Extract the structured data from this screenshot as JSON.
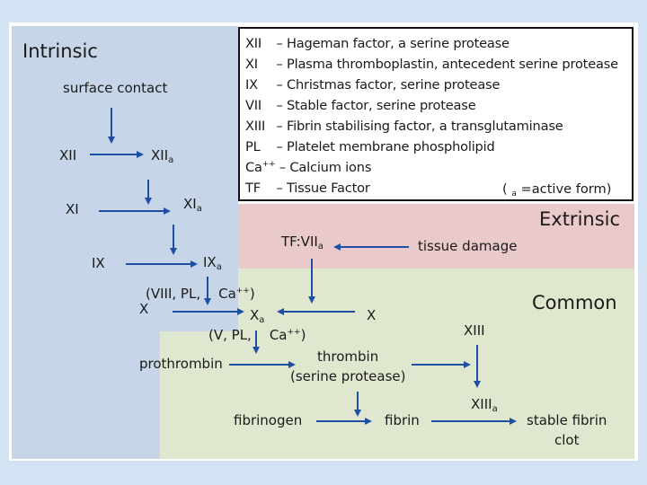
{
  "sections": {
    "intrinsic": "Intrinsic",
    "extrinsic": "Extrinsic",
    "common": "Common"
  },
  "legend": {
    "rows": [
      {
        "abbr": "XII",
        "desc": "– Hageman factor, a serine protease"
      },
      {
        "abbr": "XI",
        "desc": "– Plasma thromboplastin, antecedent serine protease"
      },
      {
        "abbr": "IX",
        "desc": "– Christmas factor, serine protease"
      },
      {
        "abbr": "VII",
        "desc": "– Stable factor, serine protease"
      },
      {
        "abbr": "XIII",
        "desc": "– Fibrin stabilising factor, a transglutaminase"
      },
      {
        "abbr": "PL",
        "desc": "– Platelet membrane phospholipid"
      },
      {
        "abbr": "Ca",
        "abbr_sup": "++",
        "desc": "– Calcium ions"
      },
      {
        "abbr": "TF",
        "desc": "– Tissue Factor"
      }
    ],
    "active_note_open": "(",
    "active_note_sub": "a",
    "active_note_text": "=active form)"
  },
  "nodes": {
    "surface_contact": "surface contact",
    "xii": "XII",
    "xiia": {
      "base": "XII",
      "sub": "a"
    },
    "xi": "XI",
    "xia": {
      "base": "XI",
      "sub": "a"
    },
    "ix": "IX",
    "ixa": {
      "base": "IX",
      "sub": "a"
    },
    "cofactor1": {
      "pre": "(VIII, PL,",
      "ca": "Ca",
      "sup": "++",
      "post": ")"
    },
    "x_left": "X",
    "xa": {
      "base": "X",
      "sub": "a"
    },
    "x_right": "X",
    "cofactor2": {
      "pre": "(V, PL,",
      "ca": "Ca",
      "sup": "++",
      "post": ")"
    },
    "tf_viia": {
      "base": "TF:VII",
      "sub": "a"
    },
    "tissue_damage": "tissue damage",
    "prothrombin": "prothrombin",
    "thrombin": "thrombin",
    "serine_protease": "(serine protease)",
    "xiii": "XIII",
    "xiiia": {
      "base": "XIII",
      "sub": "a"
    },
    "fibrinogen": "fibrinogen",
    "fibrin": "fibrin",
    "stable_fibrin": "stable fibrin",
    "clot": "clot"
  },
  "colors": {
    "intrinsic": "#c6d5e7",
    "extrinsic": "#e9c9c9",
    "common": "#dfe7cf",
    "arrow": "#1f4fa3",
    "background": "#d4e3f3"
  }
}
